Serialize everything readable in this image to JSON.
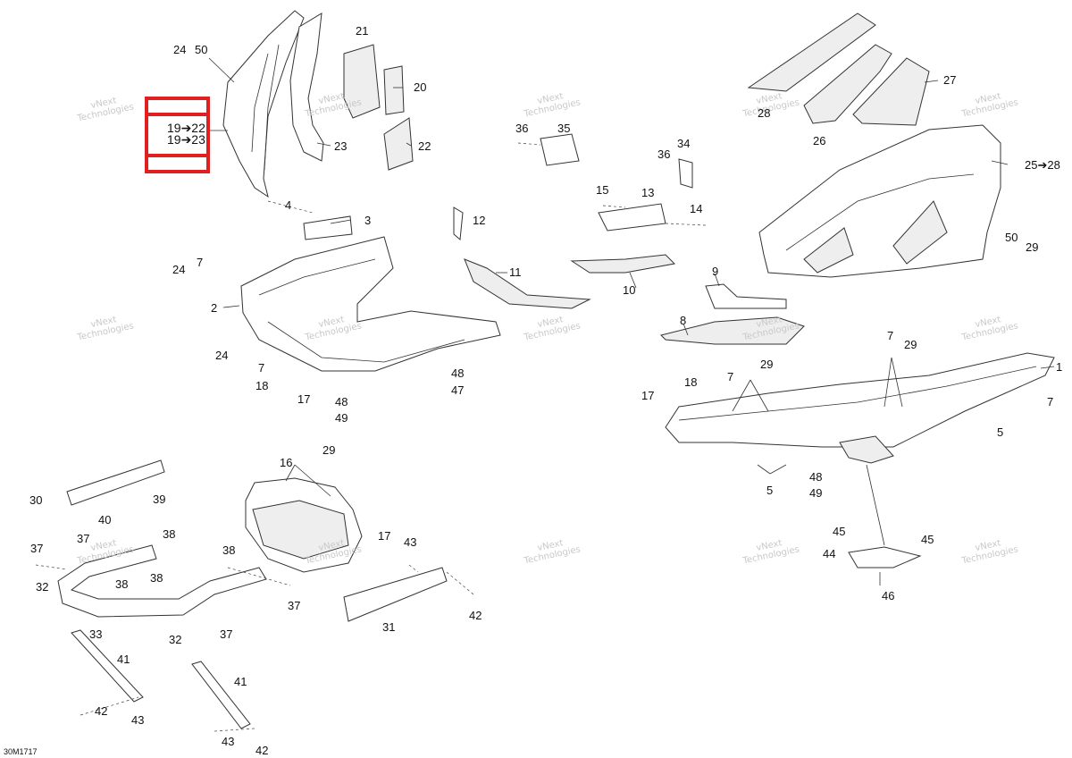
{
  "diagram": {
    "highlight_lines": [
      "19➔22",
      "19➔23"
    ],
    "reference_code": "30M1717",
    "watermark_line1": "vNext",
    "watermark_line2": "Technologies",
    "callouts": [
      {
        "id": "c-24a",
        "text": "24"
      },
      {
        "id": "c-50a",
        "text": "50"
      },
      {
        "id": "c-21",
        "text": "21"
      },
      {
        "id": "c-20",
        "text": "20"
      },
      {
        "id": "c-22",
        "text": "22"
      },
      {
        "id": "c-23",
        "text": "23"
      },
      {
        "id": "c-28a",
        "text": "28"
      },
      {
        "id": "c-27",
        "text": "27"
      },
      {
        "id": "c-26",
        "text": "26"
      },
      {
        "id": "c-25-28",
        "text": "25➔28"
      },
      {
        "id": "c-36a",
        "text": "36"
      },
      {
        "id": "c-35",
        "text": "35"
      },
      {
        "id": "c-36b",
        "text": "36"
      },
      {
        "id": "c-34",
        "text": "34"
      },
      {
        "id": "c-15",
        "text": "15"
      },
      {
        "id": "c-13",
        "text": "13"
      },
      {
        "id": "c-14",
        "text": "14"
      },
      {
        "id": "c-50b",
        "text": "50"
      },
      {
        "id": "c-29a",
        "text": "29"
      },
      {
        "id": "c-4",
        "text": "4"
      },
      {
        "id": "c-3",
        "text": "3"
      },
      {
        "id": "c-12",
        "text": "12"
      },
      {
        "id": "c-11",
        "text": "11"
      },
      {
        "id": "c-10",
        "text": "10"
      },
      {
        "id": "c-9",
        "text": "9"
      },
      {
        "id": "c-8",
        "text": "8"
      },
      {
        "id": "c-24b",
        "text": "24"
      },
      {
        "id": "c-7a",
        "text": "7"
      },
      {
        "id": "c-2",
        "text": "2"
      },
      {
        "id": "c-24c",
        "text": "24"
      },
      {
        "id": "c-7b",
        "text": "7"
      },
      {
        "id": "c-18a",
        "text": "18"
      },
      {
        "id": "c-17a",
        "text": "17"
      },
      {
        "id": "c-48a",
        "text": "48"
      },
      {
        "id": "c-47",
        "text": "47"
      },
      {
        "id": "c-48b",
        "text": "48"
      },
      {
        "id": "c-49a",
        "text": "49"
      },
      {
        "id": "c-7c",
        "text": "7"
      },
      {
        "id": "c-29b",
        "text": "29"
      },
      {
        "id": "c-1",
        "text": "1"
      },
      {
        "id": "c-7d",
        "text": "7"
      },
      {
        "id": "c-29c",
        "text": "29"
      },
      {
        "id": "c-17b",
        "text": "17"
      },
      {
        "id": "c-18b",
        "text": "18"
      },
      {
        "id": "c-7e",
        "text": "7"
      },
      {
        "id": "c-5a",
        "text": "5"
      },
      {
        "id": "c-5b",
        "text": "5"
      },
      {
        "id": "c-48c",
        "text": "48"
      },
      {
        "id": "c-49b",
        "text": "49"
      },
      {
        "id": "c-16",
        "text": "16"
      },
      {
        "id": "c-29d",
        "text": "29"
      },
      {
        "id": "c-17c",
        "text": "17"
      },
      {
        "id": "c-30",
        "text": "30"
      },
      {
        "id": "c-39",
        "text": "39"
      },
      {
        "id": "c-40",
        "text": "40"
      },
      {
        "id": "c-37a",
        "text": "37"
      },
      {
        "id": "c-38a",
        "text": "38"
      },
      {
        "id": "c-37b",
        "text": "37"
      },
      {
        "id": "c-32a",
        "text": "32"
      },
      {
        "id": "c-38b",
        "text": "38"
      },
      {
        "id": "c-38c",
        "text": "38"
      },
      {
        "id": "c-38d",
        "text": "38"
      },
      {
        "id": "c-37c",
        "text": "37"
      },
      {
        "id": "c-33",
        "text": "33"
      },
      {
        "id": "c-32b",
        "text": "32"
      },
      {
        "id": "c-37d",
        "text": "37"
      },
      {
        "id": "c-41a",
        "text": "41"
      },
      {
        "id": "c-42a",
        "text": "42"
      },
      {
        "id": "c-43a",
        "text": "43"
      },
      {
        "id": "c-41b",
        "text": "41"
      },
      {
        "id": "c-43b",
        "text": "43"
      },
      {
        "id": "c-42b",
        "text": "42"
      },
      {
        "id": "c-43c",
        "text": "43"
      },
      {
        "id": "c-31",
        "text": "31"
      },
      {
        "id": "c-42c",
        "text": "42"
      },
      {
        "id": "c-45a",
        "text": "45"
      },
      {
        "id": "c-45b",
        "text": "45"
      },
      {
        "id": "c-44",
        "text": "44"
      },
      {
        "id": "c-46",
        "text": "46"
      }
    ]
  }
}
